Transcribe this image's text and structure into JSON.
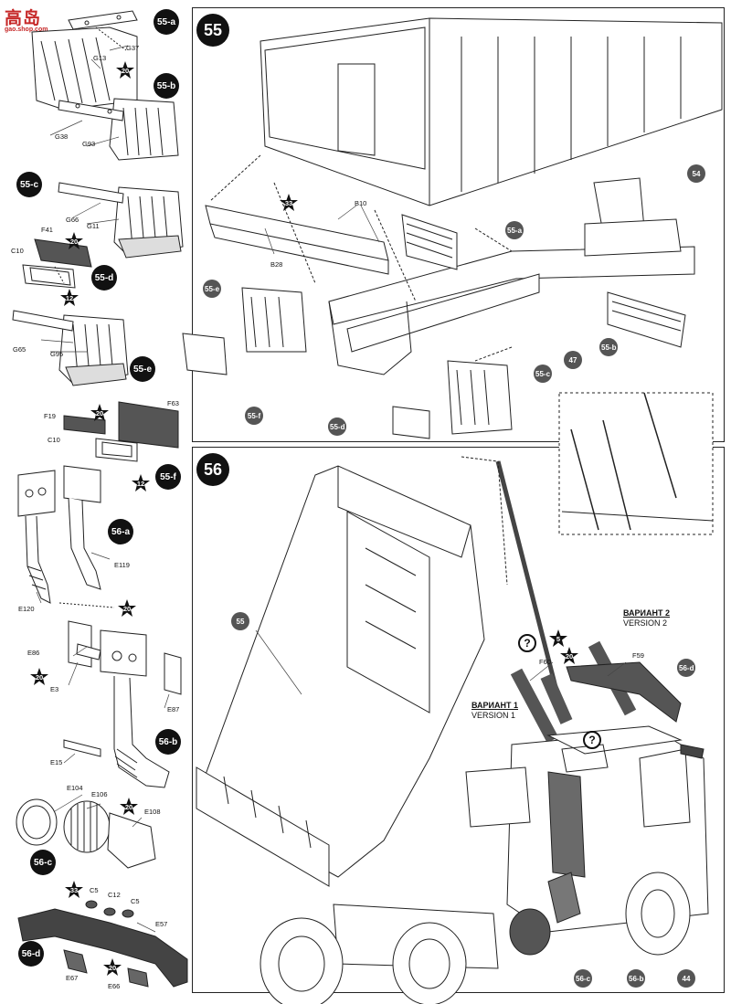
{
  "watermark": {
    "characters": "高岛",
    "site": "gao.shop.com"
  },
  "steps": {
    "main_55": "55",
    "main_56": "56"
  },
  "sub_steps": {
    "s55a": "55-a",
    "s55b": "55-b",
    "s55c": "55-c",
    "s55d": "55-d",
    "s55e": "55-e",
    "s55f": "55-f",
    "s56a": "56-a",
    "s56b": "56-b",
    "s56c": "56-c",
    "s56d": "56-d"
  },
  "part_labels": {
    "G37": "G37",
    "G13": "G13",
    "G38": "G38",
    "G93": "G93",
    "G66": "G66",
    "G11": "G11",
    "F41": "F41",
    "C10a": "C10",
    "G65": "G65",
    "G95": "G95",
    "F19": "F19",
    "F63": "F63",
    "C10b": "C10",
    "E119": "E119",
    "E120": "E120",
    "E86": "E86",
    "E3": "E3",
    "E87": "E87",
    "E15": "E15",
    "E104": "E104",
    "E106": "E106",
    "E108": "E108",
    "C5a": "C5",
    "C12": "C12",
    "C5b": "C5",
    "E57": "E57",
    "E67": "E67",
    "E66": "E66",
    "B10": "B10",
    "B28": "B28",
    "F60": "F60",
    "F59": "F59"
  },
  "paint_stars": {
    "p20a": "20",
    "p20b": "20",
    "p12a": "12",
    "p20c": "20",
    "p12b": "12",
    "p20d": "20",
    "p20e": "20",
    "p20f": "20",
    "p33a": "33",
    "p20g": "20",
    "p33b": "33",
    "p5": "5",
    "p20h": "20"
  },
  "callouts": {
    "c54": "54",
    "c55a": "55-a",
    "c55e": "55-e",
    "c47": "47",
    "c55b": "55-b",
    "c55c": "55-c",
    "c55f": "55-f",
    "c55d": "55-d",
    "c55": "55",
    "c56d": "56-d",
    "c56c": "56-c",
    "c56b": "56-b",
    "c44": "44"
  },
  "variants": {
    "v1_ru": "ВАРИАНТ 1",
    "v1_en": "VERSION 1",
    "v2_ru": "ВАРИАНТ 2",
    "v2_en": "VERSION 2"
  },
  "question_mark": "?",
  "colors": {
    "ink": "#111111",
    "part_grey": "#5a5a5a",
    "watermark_red": "#c62828"
  }
}
